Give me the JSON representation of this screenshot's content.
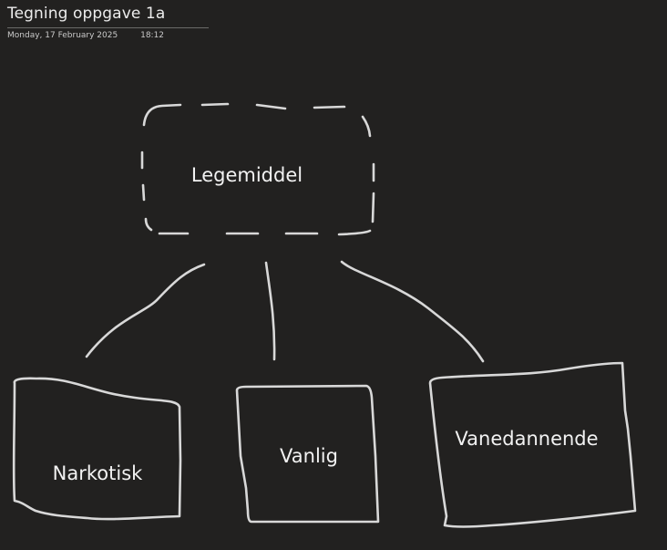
{
  "page": {
    "title": "Tegning oppgave 1a",
    "date": "Monday, 17 February 2025",
    "time": "18:12"
  },
  "diagram": {
    "root": "Legemiddel",
    "children": [
      "Narkotisk",
      "Vanlig",
      "Vanedannende"
    ]
  }
}
